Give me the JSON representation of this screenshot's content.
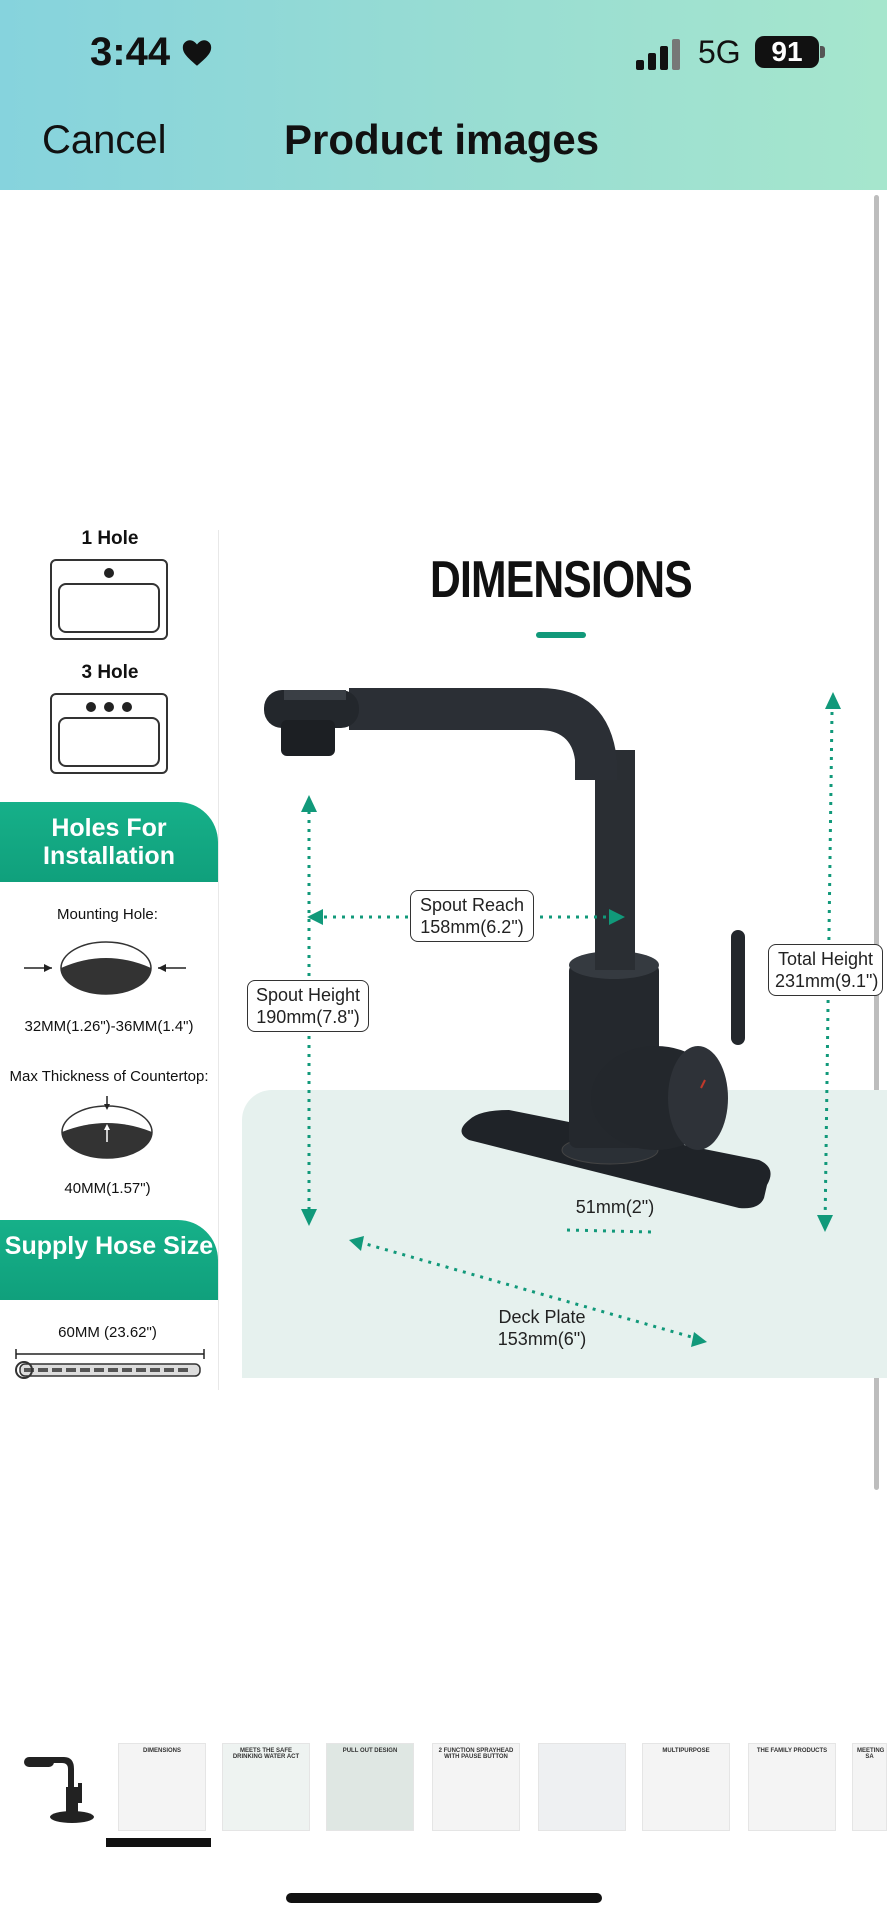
{
  "status": {
    "time": "3:44",
    "network": "5G",
    "battery": "91"
  },
  "header": {
    "cancel": "Cancel",
    "title": "Product images"
  },
  "image": {
    "left": {
      "one_hole": "1 Hole",
      "three_hole": "3 Hole",
      "holes_banner": "Holes For Installation",
      "mounting_hole": "Mounting Hole:",
      "mounting_size": "32MM(1.26\")-36MM(1.4\")",
      "max_thickness": "Max Thickness of Countertop:",
      "thickness_size": "40MM(1.57\")",
      "supply_banner": "Supply Hose Size",
      "hose_size": "60MM (23.62\")"
    },
    "title": "DIMENSIONS",
    "labels": {
      "spout_reach_1": "Spout Reach",
      "spout_reach_2": "158mm(6.2\")",
      "spout_height_1": "Spout Height",
      "spout_height_2": "190mm(7.8\")",
      "total_height_1": "Total Height",
      "total_height_2": "231mm(9.1\")",
      "base": "51mm(2\")",
      "deck_plate_1": "Deck Plate",
      "deck_plate_2": "153mm(6\")"
    }
  },
  "thumbnails": [
    {
      "caption": ""
    },
    {
      "caption": "DIMENSIONS"
    },
    {
      "caption": "MEETS THE SAFE DRINKING WATER ACT"
    },
    {
      "caption": "PULL OUT DESIGN"
    },
    {
      "caption": "2 FUNCTION SPRAYHEAD WITH PAUSE BUTTON"
    },
    {
      "caption": ""
    },
    {
      "caption": "MULTIPURPOSE"
    },
    {
      "caption": "THE FAMILY PRODUCTS"
    },
    {
      "caption": "MEETING SA"
    }
  ],
  "colors": {
    "accent": "#11997a",
    "header_start": "#86d3dd",
    "header_end": "#a6e6cd"
  }
}
